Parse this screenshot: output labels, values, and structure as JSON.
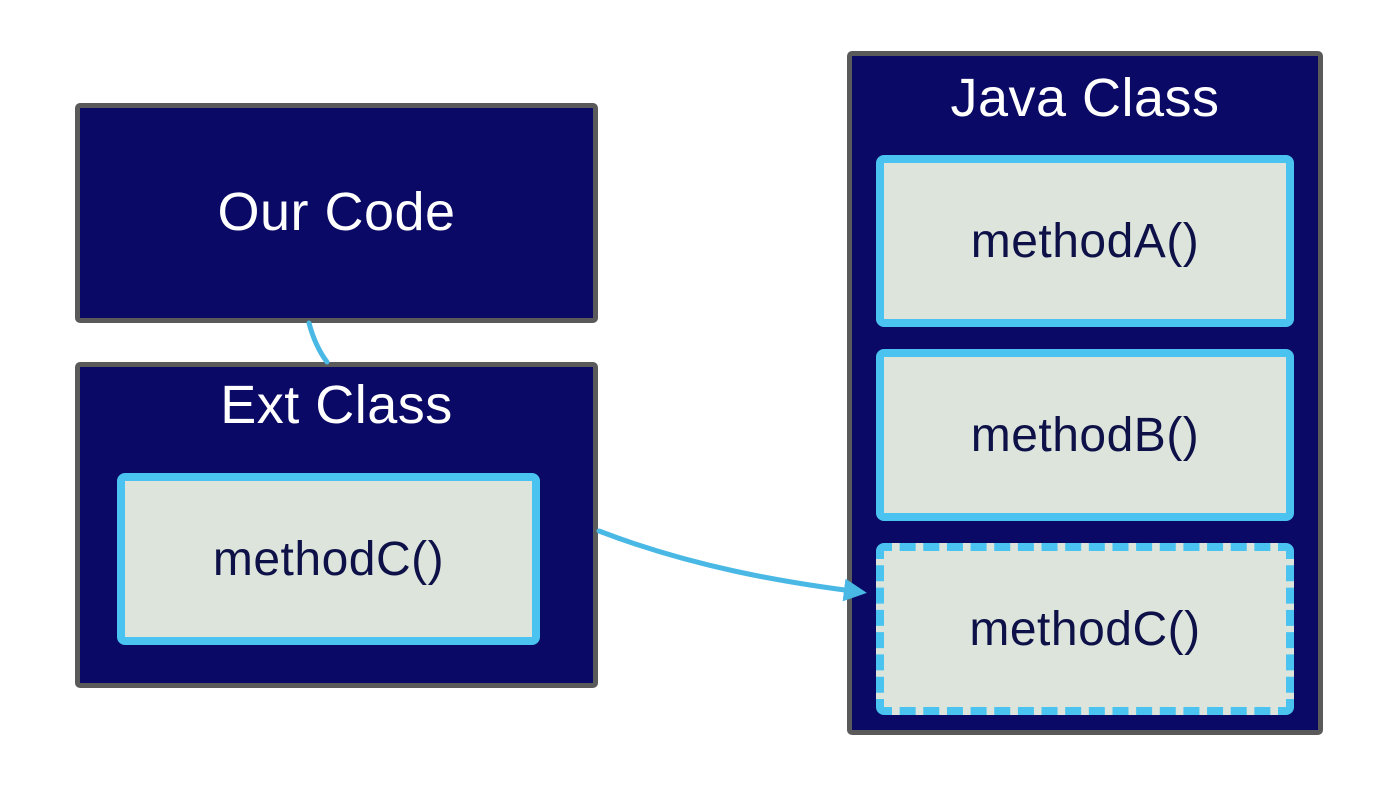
{
  "diagram": {
    "our_code": {
      "title": "Our Code"
    },
    "ext_class": {
      "title": "Ext Class",
      "methods": [
        {
          "label": "methodC()",
          "border_style": "solid"
        }
      ]
    },
    "java_class": {
      "title": "Java Class",
      "methods": [
        {
          "label": "methodA()",
          "border_style": "solid"
        },
        {
          "label": "methodB()",
          "border_style": "solid"
        },
        {
          "label": "methodC()",
          "border_style": "dashed"
        }
      ]
    },
    "connectors": [
      {
        "from": "our-code-box-bottom",
        "to": "ext-class-box-top",
        "arrowhead": false
      },
      {
        "from": "ext-class-box-right",
        "to": "java-class-methodc-left",
        "arrowhead": true
      }
    ],
    "colors": {
      "background": "#FFFFFF",
      "class_box_fill": "#0A0A66",
      "class_box_border": "#5A5A5A",
      "class_title_text": "#FFFFFF",
      "method_box_fill": "#DDE4DB",
      "method_box_border": "#4AC3F0",
      "method_text": "#0D1148",
      "connector_blue": "#49B8E5"
    }
  }
}
